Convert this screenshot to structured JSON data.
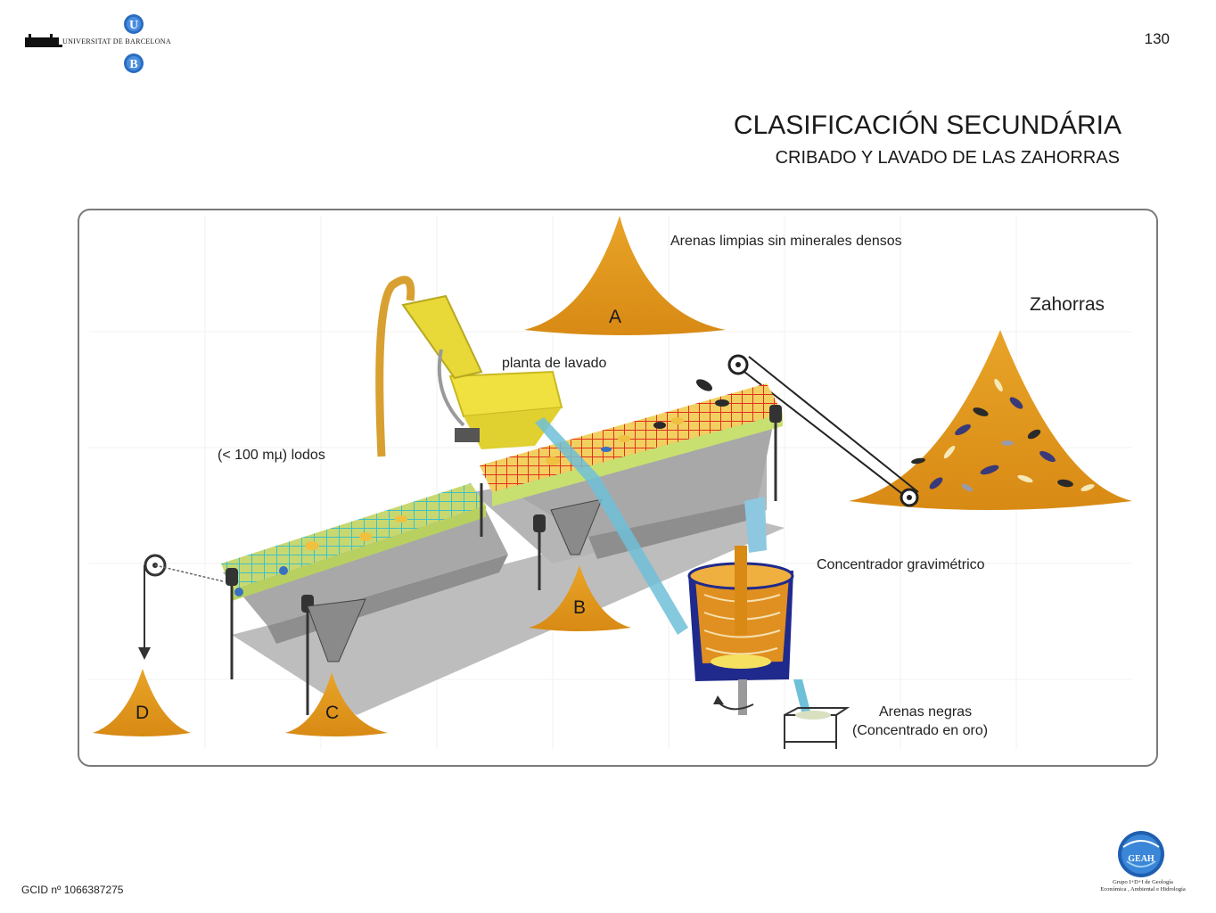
{
  "header": {
    "university": "UNIVERSITAT DE BARCELONA",
    "logo_letters": [
      "U",
      "B"
    ],
    "page_number": "130"
  },
  "title": "CLASIFICACIÓN SECUNDÁRIA",
  "subtitle": "CRIBADO Y LAVADO DE LAS ZAHORRAS",
  "diagram": {
    "labels": {
      "clean_sands": "Arenas limpias sin minerales densos",
      "gravel": "Zahorras",
      "wash_plant": "planta de lavado",
      "sludge": "(< 100 mµ) lodos",
      "concentrator": "Concentrador gravimétrico",
      "black_sands_1": "Arenas negras",
      "black_sands_2": "(Concentrado en oro)"
    },
    "piles": {
      "a": "A",
      "b": "B",
      "c": "C",
      "d": "D"
    }
  },
  "footer": {
    "gcid": "GCID nº 1066387275",
    "geah_logo_text": "GEAH",
    "group_line1": "Grupo I+D+I de Geología",
    "group_line2": "Económica , Ambiental e Hidrología"
  },
  "colors": {
    "sand": "#e8a020",
    "sand_dark": "#c97a10",
    "yellow_frame": "#f0e040",
    "red_mesh": "#e03020",
    "cyan_mesh": "#3cc0c8",
    "grey_shadow": "#b8b8b8",
    "water": "#6ec0d8",
    "frame_border": "#7a7a7a",
    "logo_blue": "#1f5fb0"
  }
}
